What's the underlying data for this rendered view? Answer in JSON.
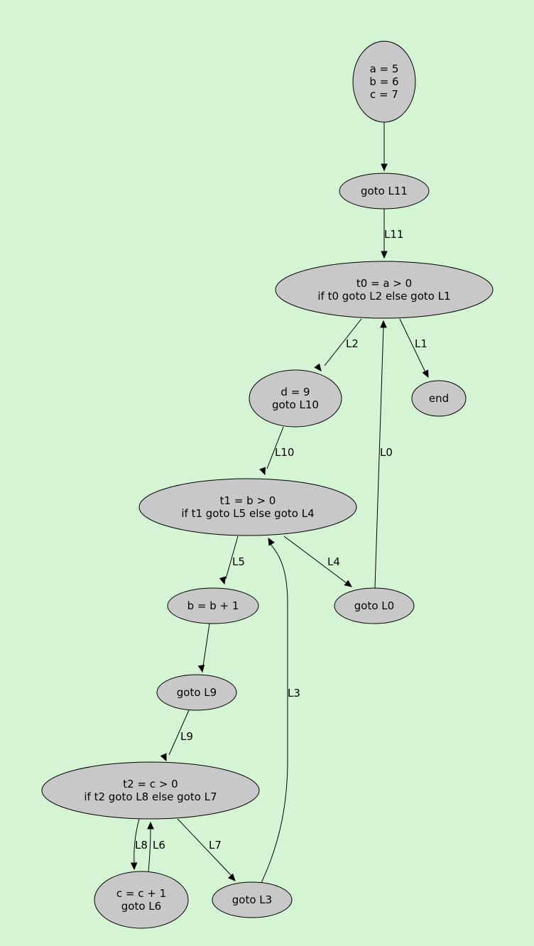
{
  "colors": {
    "background": "#d4f4d4",
    "node_fill": "#c8c8c8",
    "stroke": "#000000"
  },
  "nodes": [
    {
      "id": "n_init",
      "lines": [
        "a = 5",
        "b = 6",
        "c = 7"
      ]
    },
    {
      "id": "n_goto11",
      "lines": [
        "goto L11"
      ]
    },
    {
      "id": "n_t0",
      "lines": [
        "t0 = a > 0",
        "if t0 goto L2 else goto L1"
      ]
    },
    {
      "id": "n_d9",
      "lines": [
        "d = 9",
        "goto L10"
      ]
    },
    {
      "id": "n_end",
      "lines": [
        "end"
      ]
    },
    {
      "id": "n_t1",
      "lines": [
        "t1 = b > 0",
        "if t1 goto L5 else goto L4"
      ]
    },
    {
      "id": "n_bb1",
      "lines": [
        "b = b + 1"
      ]
    },
    {
      "id": "n_goto0",
      "lines": [
        "goto L0"
      ]
    },
    {
      "id": "n_goto9",
      "lines": [
        "goto L9"
      ]
    },
    {
      "id": "n_t2",
      "lines": [
        "t2 = c > 0",
        "if t2 goto L8 else goto L7"
      ]
    },
    {
      "id": "n_cc1",
      "lines": [
        "c = c + 1",
        "goto L6"
      ]
    },
    {
      "id": "n_goto3",
      "lines": [
        "goto L3"
      ]
    }
  ],
  "edges": [
    {
      "id": "e_init_goto11",
      "label": ""
    },
    {
      "id": "e_L11",
      "label": "L11"
    },
    {
      "id": "e_L2",
      "label": "L2"
    },
    {
      "id": "e_L1",
      "label": "L1"
    },
    {
      "id": "e_L10",
      "label": "L10"
    },
    {
      "id": "e_L0",
      "label": "L0"
    },
    {
      "id": "e_L5",
      "label": "L5"
    },
    {
      "id": "e_L4",
      "label": "L4"
    },
    {
      "id": "e_bb1_goto9",
      "label": ""
    },
    {
      "id": "e_L3",
      "label": "L3"
    },
    {
      "id": "e_L9",
      "label": "L9"
    },
    {
      "id": "e_L8",
      "label": "L8"
    },
    {
      "id": "e_L6",
      "label": "L6"
    },
    {
      "id": "e_L7",
      "label": "L7"
    }
  ]
}
